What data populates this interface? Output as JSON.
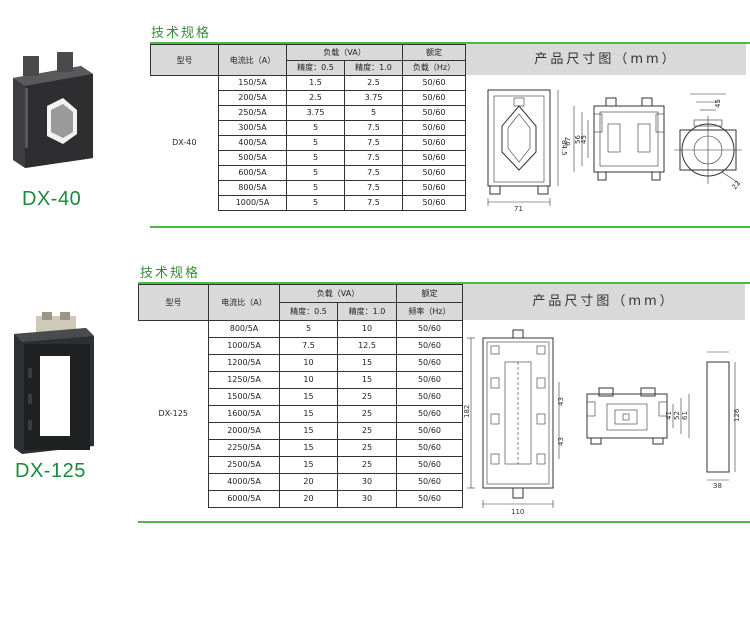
{
  "product1": {
    "model_label": "DX-40",
    "section_title": "技术规格",
    "header": {
      "model": "型号",
      "ratio": "电流比（A）",
      "load": "负载（VA）",
      "acc1": "精度：0.5",
      "acc2": "精度：1.0",
      "rated1": "额定",
      "rated2": "负载（Hz）"
    },
    "model_name": "DX-40",
    "drawing_title": "产品尺寸图（mm）",
    "rows": [
      [
        "150/5A",
        "1.5",
        "2.5",
        "50/60"
      ],
      [
        "200/5A",
        "2.5",
        "3.75",
        "50/60"
      ],
      [
        "250/5A",
        "3.75",
        "5",
        "50/60"
      ],
      [
        "300/5A",
        "5",
        "7.5",
        "50/60"
      ],
      [
        "400/5A",
        "5",
        "7.5",
        "50/60"
      ],
      [
        "500/5A",
        "5",
        "7.5",
        "50/60"
      ],
      [
        "600/5A",
        "5",
        "7.5",
        "50/60"
      ],
      [
        "800/5A",
        "5",
        "7.5",
        "50/60"
      ],
      [
        "1000/5A",
        "5",
        "7.5",
        "50/60"
      ]
    ],
    "dims": {
      "width": "71",
      "height": "84.5",
      "d1": "67",
      "d2": "56",
      "d3": "45",
      "d4": "45",
      "d5": "22"
    }
  },
  "product2": {
    "model_label": "DX-125",
    "section_title": "技术规格",
    "header": {
      "model": "型号",
      "ratio": "电流比（A）",
      "load": "负载（VA）",
      "acc1": "精度：0.5",
      "acc2": "精度：1.0",
      "rated1": "额定",
      "rated2": "频率（Hz）"
    },
    "model_name": "DX-125",
    "drawing_title": "产品尺寸图（mm）",
    "rows": [
      [
        "800/5A",
        "5",
        "10",
        "50/60"
      ],
      [
        "1000/5A",
        "7.5",
        "12.5",
        "50/60"
      ],
      [
        "1200/5A",
        "10",
        "15",
        "50/60"
      ],
      [
        "1250/5A",
        "10",
        "15",
        "50/60"
      ],
      [
        "1500/5A",
        "15",
        "25",
        "50/60"
      ],
      [
        "1600/5A",
        "15",
        "25",
        "50/60"
      ],
      [
        "2000/5A",
        "15",
        "25",
        "50/60"
      ],
      [
        "2250/5A",
        "15",
        "25",
        "50/60"
      ],
      [
        "2500/5A",
        "15",
        "25",
        "50/60"
      ],
      [
        "4000/5A",
        "20",
        "30",
        "50/60"
      ],
      [
        "6000/5A",
        "20",
        "30",
        "50/60"
      ]
    ],
    "dims": {
      "height": "182",
      "width": "110",
      "d43a": "43",
      "d43b": "43",
      "d41": "41",
      "d52": "52",
      "d61": "61",
      "d126": "126",
      "d38": "38"
    }
  },
  "colors": {
    "accent": "#4fb84a",
    "label": "#1b8a3a",
    "header_bg": "#d9d9d9"
  }
}
